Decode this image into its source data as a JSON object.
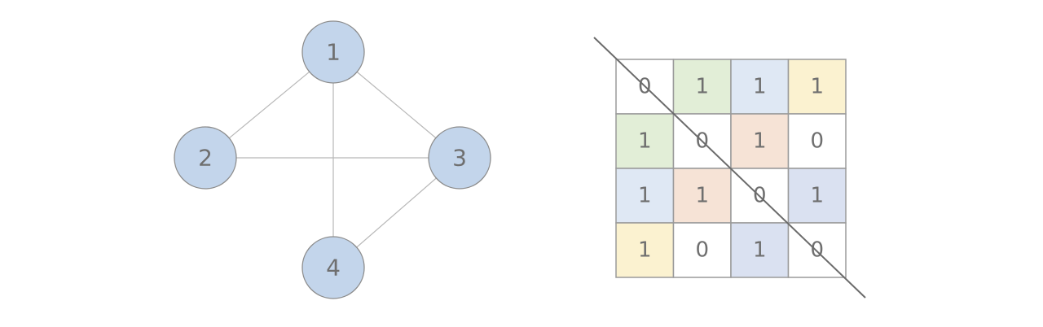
{
  "graph": {
    "node_fill": "#c3d5eb",
    "nodes": [
      {
        "id": "1",
        "label": "1"
      },
      {
        "id": "2",
        "label": "2"
      },
      {
        "id": "3",
        "label": "3"
      },
      {
        "id": "4",
        "label": "4"
      }
    ],
    "edges": [
      [
        "1",
        "2"
      ],
      [
        "1",
        "3"
      ],
      [
        "1",
        "4"
      ],
      [
        "2",
        "3"
      ],
      [
        "3",
        "4"
      ]
    ]
  },
  "matrix": {
    "cells": [
      [
        "0",
        "1",
        "1",
        "1"
      ],
      [
        "1",
        "0",
        "1",
        "0"
      ],
      [
        "1",
        "1",
        "0",
        "1"
      ],
      [
        "1",
        "0",
        "1",
        "0"
      ]
    ],
    "colors": [
      [
        "#ffffff",
        "#e2eed7",
        "#dfe8f4",
        "#fbf2d0"
      ],
      [
        "#e2eed7",
        "#ffffff",
        "#f6e3d6",
        "#ffffff"
      ],
      [
        "#dfe8f4",
        "#f6e3d6",
        "#ffffff",
        "#dae1f1"
      ],
      [
        "#fbf2d0",
        "#ffffff",
        "#dae1f1",
        "#ffffff"
      ]
    ]
  }
}
